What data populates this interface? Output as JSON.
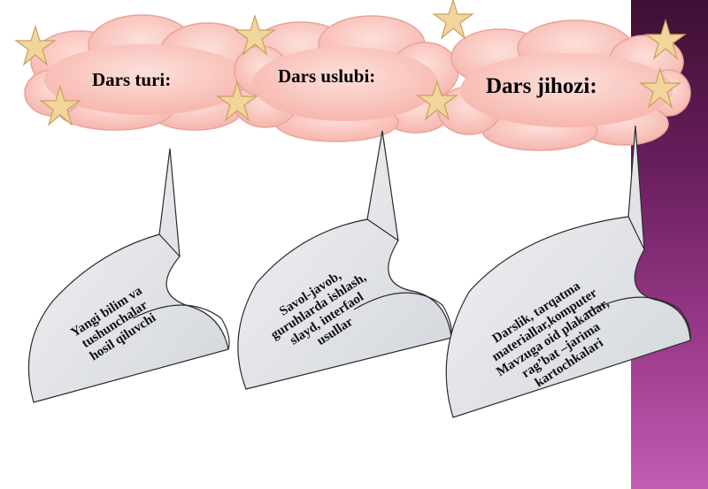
{
  "clouds": [
    {
      "title": "Dars turi:"
    },
    {
      "title": "Dars uslubi:"
    },
    {
      "title": "Dars jihozi:"
    }
  ],
  "leaves": [
    {
      "lines": [
        "Yangi bilim va",
        "tushunchalar",
        "hosil qiluvchi"
      ]
    },
    {
      "lines": [
        "Savol-javob,",
        "guruhlarda ishlash,",
        "slayd, interfaol",
        "usullar"
      ]
    },
    {
      "lines": [
        "Darslik, tarqatma",
        "materiallar,komputer",
        "Mavzuga oid plakatlar,",
        "rag’bat –jarima",
        "kartochkalari"
      ]
    }
  ],
  "colors": {
    "cloud_fill": "#f9c3bb",
    "cloud_edge": "#e8a49a",
    "leaf_fill": "#e4e6ea",
    "leaf_edge": "#2b2b2b",
    "star_fill": "#f2d59a",
    "star_edge": "#c9a060",
    "band_top": "#3d0f33",
    "band_bottom": "#c05fb2"
  }
}
